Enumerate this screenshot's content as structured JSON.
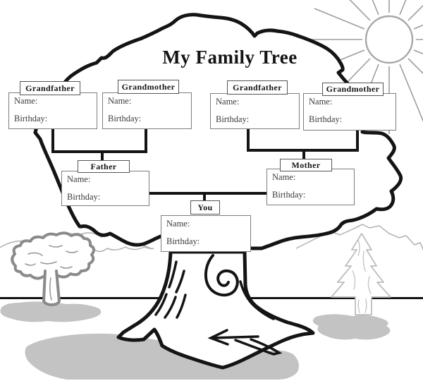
{
  "title": "My Family Tree",
  "people": [
    {
      "role": "Grandfather",
      "name_label": "Name:",
      "birthday_label": "Birthday:"
    },
    {
      "role": "Grandmother",
      "name_label": "Name:",
      "birthday_label": "Birthday:"
    },
    {
      "role": "Grandfather",
      "name_label": "Name:",
      "birthday_label": "Birthday:"
    },
    {
      "role": "Grandmother",
      "name_label": "Name:",
      "birthday_label": "Birthday:"
    },
    {
      "role": "Father",
      "name_label": "Name:",
      "birthday_label": "Birthday:"
    },
    {
      "role": "Mother",
      "name_label": "Name:",
      "birthday_label": "Birthday:"
    },
    {
      "role": "You",
      "name_label": "Name:",
      "birthday_label": "Birthday:"
    }
  ],
  "icons": {
    "sun": "sun-icon",
    "small_tree": "small-tree-icon",
    "pine_tree": "pine-tree-icon",
    "family_tree": "family-tree-icon"
  },
  "colors": {
    "ink": "#141414",
    "label-text": "#151515",
    "field-text": "#3a3a3a",
    "shadow": "#c3c3c3",
    "sketch-gray": "#8a8a8a",
    "sketch-light": "#b0b0b0",
    "pine-gray": "#bdbdbd",
    "sun-gray": "#9d9d9d"
  }
}
